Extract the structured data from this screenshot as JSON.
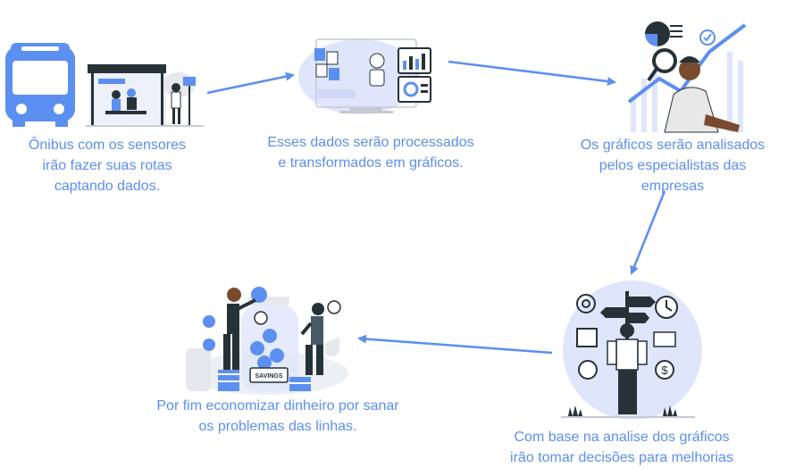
{
  "steps": [
    {
      "id": "bus",
      "lines": [
        "Ônibus com os sensores",
        "irão fazer suas rotas",
        "captando dados."
      ]
    },
    {
      "id": "process",
      "lines": [
        "Esses dados serão processados",
        "e transformados em gráficos."
      ]
    },
    {
      "id": "analyze",
      "lines": [
        "Os gráficos serão analisados",
        "pelos especialistas das",
        "empresas"
      ]
    },
    {
      "id": "decide",
      "lines": [
        "Com base na analise dos gráficos",
        "irão tomar decisões para melhorias"
      ]
    },
    {
      "id": "save",
      "lines": [
        "Por fim economizar dinheiro por sanar",
        "os problemas das linhas."
      ]
    }
  ],
  "labels": {
    "jar": "SAVINGS"
  },
  "colors": {
    "accent": "#5b8ff0",
    "text": "#5b8ff0",
    "illustration_light": "#dfe6fb",
    "dark": "#263238"
  }
}
